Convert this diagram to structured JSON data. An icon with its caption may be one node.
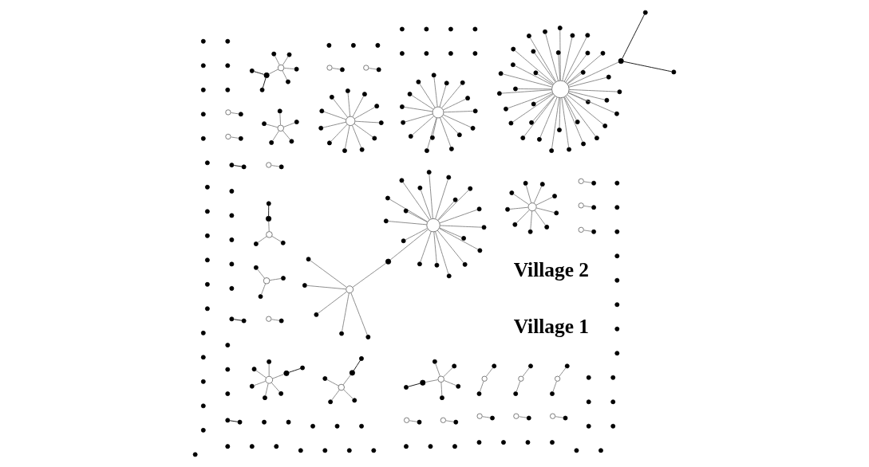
{
  "diagram": {
    "nodes": [
      {
        "text": [],
        "shape": "circle"
      },
      {
        "text": [],
        "shape": "circle"
      },
      {
        "text": [],
        "shape": "dot"
      },
      {
        "text": [],
        "shape": "dot"
      },
      {
        "text": [],
        "shape": "dot"
      },
      {
        "text": [],
        "shape": "dot"
      },
      {
        "text": [],
        "shape": "dot"
      },
      {
        "text": [],
        "shape": "dot"
      },
      {
        "text": [],
        "shape": "dot"
      },
      {
        "text": [],
        "shape": "dot"
      },
      {
        "text": [],
        "shape": "dot"
      },
      {
        "text": [],
        "shape": "dot"
      },
      {
        "text": [],
        "shape": "dot"
      },
      {
        "text": [],
        "shape": "dot"
      },
      {
        "text": [],
        "shape": "dot"
      },
      {
        "text": [],
        "shape": "dot"
      },
      {
        "text": [],
        "shape": "dot"
      },
      {
        "text": [],
        "shape": "dot"
      },
      {
        "text": [],
        "shape": "dot"
      },
      {
        "text": [],
        "shape": "dot"
      },
      {
        "text": [],
        "shape": "dot"
      },
      {
        "text": [],
        "shape": "dot"
      },
      {
        "text": [],
        "shape": "dot"
      },
      {
        "text": [],
        "shape": "dot"
      },
      {
        "text": [],
        "shape": "dot"
      },
      {
        "text": [],
        "shape": "dot"
      },
      {
        "text": [],
        "shape": "circle"
      },
      {
        "text": [],
        "shape": "dot"
      },
      {
        "text": [],
        "shape": "dot"
      },
      {
        "text": [],
        "shape": "dot"
      },
      {
        "text": [],
        "shape": "dot"
      },
      {
        "text": [],
        "shape": "dot"
      },
      {
        "text": [],
        "shape": "dot"
      },
      {
        "text": [],
        "shape": "dot"
      },
      {
        "text": [],
        "shape": "circle"
      },
      {
        "text": [],
        "shape": "dot"
      },
      {
        "text": [],
        "shape": "dot"
      },
      {
        "text": [],
        "shape": "dot"
      },
      {
        "text": [],
        "shape": "dot"
      },
      {
        "text": [],
        "shape": "dot"
      },
      {
        "text": [],
        "shape": "dot"
      },
      {
        "text": [],
        "shape": "dot"
      },
      {
        "text": [],
        "shape": "circle"
      },
      {
        "text": [],
        "shape": "dot"
      },
      {
        "text": [],
        "shape": "dot"
      },
      {
        "text": [],
        "shape": "dot"
      },
      {
        "text": [],
        "shape": "dot"
      },
      {
        "text": [],
        "shape": "dot"
      },
      {
        "text": [],
        "shape": "dot"
      },
      {
        "text": [],
        "shape": "dot"
      },
      {
        "text": [],
        "shape": "dot"
      },
      {
        "text": [],
        "shape": "dot"
      },
      {
        "text": [],
        "shape": "circle"
      },
      {
        "text": [],
        "shape": "dot"
      },
      {
        "text": [],
        "shape": "dot"
      },
      {
        "text": [],
        "shape": "dot"
      },
      {
        "text": [],
        "shape": "dot"
      },
      {
        "text": [],
        "shape": "dot"
      },
      {
        "text": [],
        "shape": "dot"
      },
      {
        "text": [],
        "shape": "dot"
      },
      {
        "text": [],
        "shape": "circle"
      },
      {
        "text": [],
        "shape": "dot"
      },
      {
        "text": [],
        "shape": "dot"
      },
      {
        "text": [],
        "shape": "dot"
      },
      {
        "text": [],
        "shape": "dot"
      },
      {
        "text": [],
        "shape": "dot"
      },
      {
        "text": [],
        "shape": "circle"
      },
      {
        "text": [],
        "shape": "circle"
      },
      {
        "text": [],
        "shape": "circle"
      },
      {
        "text": [],
        "shape": "circle"
      },
      {
        "text": [],
        "shape": "circle"
      },
      {
        "text": [],
        "shape": "circle"
      },
      {
        "text": [],
        "shape": "circle"
      },
      {
        "text": [],
        "shape": "circle"
      },
      {
        "text": [],
        "shape": "circle"
      },
      {
        "text": [],
        "shape": "dot"
      },
      {
        "text": [],
        "shape": "dot"
      },
      {
        "text": [],
        "shape": "dot"
      },
      {
        "text": [],
        "shape": "dot"
      },
      {
        "text": [],
        "shape": "dot"
      },
      {
        "text": [],
        "shape": "dot"
      },
      {
        "text": [],
        "shape": "dot"
      },
      {
        "text": [],
        "shape": "dot"
      },
      {
        "text": [],
        "shape": "dot"
      },
      {
        "text": [],
        "shape": "circle"
      },
      {
        "text": [],
        "shape": "dot"
      },
      {
        "text": [],
        "shape": "dot"
      },
      {
        "text": [],
        "shape": "circle"
      },
      {
        "text": [],
        "shape": "dot"
      },
      {
        "text": [],
        "shape": "circle"
      },
      {
        "text": [],
        "shape": "dot"
      },
      {
        "text": [],
        "shape": "dot"
      },
      {
        "text": [],
        "shape": "dot"
      },
      {
        "text": [],
        "shape": "dot"
      },
      {
        "text": [],
        "shape": "dot"
      },
      {
        "text": [],
        "shape": "dot"
      },
      {
        "text": [],
        "shape": "dot"
      },
      {
        "text": [],
        "shape": "dot"
      },
      {
        "text": [],
        "shape": "dot"
      },
      {
        "text": [],
        "shape": "dot"
      },
      {
        "text": [],
        "shape": "dot"
      },
      {
        "text": [],
        "shape": "dot"
      },
      {
        "text": [],
        "shape": "dot"
      },
      {
        "text": [],
        "shape": "dot"
      },
      {
        "text": [],
        "shape": "dot"
      },
      {
        "text": [],
        "shape": "dot"
      },
      {
        "text": [],
        "shape": "dot"
      },
      {
        "text": [],
        "shape": "dot"
      },
      {
        "text": [],
        "shape": "dot"
      },
      {
        "text": [],
        "shape": "dot"
      },
      {
        "text": [],
        "shape": "dot"
      },
      {
        "text": [],
        "shape": "dot"
      },
      {
        "text": [],
        "shape": "dot"
      },
      {
        "text": [],
        "shape": "dot"
      },
      {
        "text": [],
        "shape": "dot"
      },
      {
        "text": [],
        "shape": "dot"
      },
      {
        "text": [],
        "shape": "dot"
      },
      {
        "text": [],
        "shape": "dot"
      },
      {
        "text": [],
        "shape": "dot"
      },
      {
        "text": [],
        "shape": "dot"
      },
      {
        "text": [],
        "shape": "dot"
      },
      {
        "text": [],
        "shape": "dot"
      },
      {
        "text": [],
        "shape": "dot"
      },
      {
        "text": [],
        "shape": "dot"
      },
      {
        "text": [],
        "shape": "dot"
      },
      {
        "text": [],
        "shape": "dot"
      },
      {
        "text": [],
        "shape": "dot"
      },
      {
        "text": [],
        "shape": "dot"
      },
      {
        "text": [],
        "shape": "dot"
      },
      {
        "text": [],
        "shape": "dot"
      },
      {
        "text": [],
        "shape": "dot"
      },
      {
        "text": [],
        "shape": "dot"
      },
      {
        "text": [],
        "shape": "dot"
      },
      {
        "text": [],
        "shape": "dot"
      },
      {
        "text": [],
        "shape": "dot"
      },
      {
        "text": [],
        "shape": "dot"
      },
      {
        "text": [],
        "shape": "circle"
      },
      {
        "text": [],
        "shape": "circle"
      },
      {
        "text": [],
        "shape": "circle"
      },
      {
        "text": [],
        "shape": "dot"
      },
      {
        "text": [],
        "shape": "dot"
      },
      {
        "text": [],
        "shape": "dot"
      },
      {
        "text": [],
        "shape": "dot"
      },
      {
        "text": [],
        "shape": "dot"
      },
      {
        "text": [],
        "shape": "dot"
      },
      {
        "text": [],
        "shape": "dot"
      },
      {
        "text": [],
        "shape": "dot"
      },
      {
        "text": [],
        "shape": "dot"
      },
      {
        "text": [],
        "shape": "dot"
      },
      {
        "text": [],
        "shape": "dot"
      },
      {
        "text": [],
        "shape": "dot"
      },
      {
        "text": [],
        "shape": "dot"
      },
      {
        "text": [],
        "shape": "dot"
      },
      {
        "text": [],
        "shape": "dot"
      },
      {
        "text": [],
        "shape": "dot"
      },
      {
        "text": [],
        "shape": "dot"
      },
      {
        "text": [],
        "shape": "dot"
      },
      {
        "text": [],
        "shape": "dot"
      },
      {
        "text": [],
        "shape": "dot"
      },
      {
        "text": [],
        "shape": "dot"
      },
      {
        "text": [],
        "shape": "dot"
      },
      {
        "text": [],
        "shape": "dot"
      },
      {
        "text": [],
        "shape": "dot"
      },
      {
        "text": [],
        "shape": "dot"
      },
      {
        "text": [],
        "shape": "dot"
      },
      {
        "text": [],
        "shape": "dot"
      },
      {
        "text": [],
        "shape": "dot"
      },
      {
        "text": [],
        "shape": "dot"
      },
      {
        "text": [],
        "shape": "dot"
      },
      {
        "text": [],
        "shape": "dot"
      },
      {
        "text": [],
        "shape": "dot"
      },
      {
        "text": [],
        "shape": "dot"
      },
      {
        "text": [],
        "shape": "dot"
      },
      {
        "text": [],
        "shape": "dot"
      },
      {
        "text": [],
        "shape": "dot"
      },
      {
        "text": [],
        "shape": "dot"
      },
      {
        "text": [],
        "shape": "dot"
      },
      {
        "text": [],
        "shape": "dot"
      },
      {
        "text": [],
        "shape": "dot"
      },
      {
        "text": [],
        "shape": "dot"
      },
      {
        "text": [],
        "shape": "dot"
      },
      {
        "text": [],
        "shape": "dot"
      },
      {
        "text": [],
        "shape": "dot"
      },
      {
        "text": [],
        "shape": "dot"
      },
      {
        "text": [],
        "shape": "dot"
      },
      {
        "text": [],
        "shape": "dot"
      },
      {
        "text": [],
        "shape": "dot"
      },
      {
        "text": [],
        "shape": "dot"
      },
      {
        "text": [],
        "shape": "dot"
      },
      {
        "text": [],
        "shape": "dot"
      },
      {
        "text": [],
        "shape": "dot"
      },
      {
        "text": [],
        "shape": "dot"
      },
      {
        "text": [],
        "shape": "dot"
      },
      {
        "text": [],
        "shape": "dot"
      },
      {
        "text": [],
        "shape": "dot"
      },
      {
        "text": [],
        "shape": "dot"
      },
      {
        "text": [],
        "shape": "dot"
      },
      {
        "text": [],
        "shape": "dot"
      },
      {
        "text": [],
        "shape": "dot"
      },
      {
        "text": [],
        "shape": "circle"
      },
      {
        "text": [],
        "shape": "dot"
      },
      {
        "text": [],
        "shape": "dot"
      },
      {
        "text": [],
        "shape": "circle"
      },
      {
        "text": [],
        "shape": "dot"
      },
      {
        "text": [],
        "shape": "circle"
      },
      {
        "text": [],
        "shape": "dot"
      },
      {
        "text": [],
        "shape": "circle"
      },
      {
        "text": [],
        "shape": "dot"
      },
      {
        "text": [],
        "shape": "dot"
      },
      {
        "text": [],
        "shape": "dot"
      },
      {
        "text": [],
        "shape": "dot"
      },
      {
        "text": [],
        "shape": "dot"
      },
      {
        "text": [],
        "shape": "circle"
      },
      {
        "text": [],
        "shape": "dot"
      },
      {
        "text": [],
        "shape": "circle"
      },
      {
        "text": [],
        "shape": "dot"
      },
      {
        "text": [],
        "shape": "dot"
      },
      {
        "text": [],
        "shape": "dot"
      },
      {
        "text": [],
        "shape": "circle"
      },
      {
        "text": [],
        "shape": "dot"
      },
      {
        "text": [],
        "shape": "dot"
      },
      {
        "text": [],
        "shape": "dot"
      },
      {
        "text": [],
        "shape": "dot"
      },
      {
        "text": [],
        "shape": "circle"
      },
      {
        "text": [],
        "shape": "dot"
      },
      {
        "text": [],
        "shape": "dot"
      },
      {
        "text": [],
        "shape": "dot"
      },
      {
        "text": [],
        "shape": "dot"
      },
      {
        "text": [],
        "shape": "dot"
      },
      {
        "text": [],
        "shape": "dot"
      },
      {
        "text": [],
        "shape": "dot"
      },
      {
        "text": [],
        "shape": "dot"
      },
      {
        "text": [],
        "shape": "dot"
      },
      {
        "text": [],
        "shape": "dot"
      },
      {
        "text": [],
        "shape": "dot"
      },
      {
        "text": [],
        "shape": "dot"
      },
      {
        "text": [],
        "shape": "dot"
      },
      {
        "text": [],
        "shape": "dot"
      },
      {
        "text": [],
        "shape": "dot"
      },
      {
        "text": [],
        "shape": "dot"
      },
      {
        "text": [],
        "shape": "dot"
      },
      {
        "text": [],
        "shape": "dot"
      },
      {
        "text": [],
        "shape": "dot"
      },
      {
        "text": [],
        "shape": "dot"
      },
      {
        "text": [],
        "shape": "dot"
      },
      {
        "text": [],
        "shape": "dot"
      },
      {
        "text": [],
        "shape": "dot"
      },
      {
        "text": [],
        "shape": "dot"
      },
      {
        "text": [],
        "shape": "dot"
      },
      {
        "text": [],
        "shape": "dot"
      },
      {
        "text": [],
        "shape": "dot"
      },
      {
        "text": [],
        "shape": "dot"
      },
      {
        "text": [],
        "shape": "dot"
      },
      {
        "text": [],
        "shape": "dot"
      },
      {
        "text": [],
        "shape": "dot"
      },
      {
        "text": [],
        "shape": "dot"
      },
      {
        "text": [],
        "shape": "dot"
      },
      {
        "text": [],
        "shape": "dot"
      },
      {
        "text": [],
        "shape": "dot"
      },
      {
        "text": [],
        "shape": "dot"
      },
      {
        "text": [],
        "shape": "dot"
      },
      {
        "text": [],
        "shape": "dot"
      },
      {
        "text": [],
        "shape": "dot"
      },
      {
        "text": [],
        "shape": "dot"
      }
    ],
    "edges": [
      {
        "from": 0,
        "to": 2,
        "arrow": "none"
      },
      {
        "from": 0,
        "to": 3,
        "arrow": "none"
      },
      {
        "from": 0,
        "to": 4,
        "arrow": "none"
      },
      {
        "from": 0,
        "to": 5,
        "arrow": "none"
      },
      {
        "from": 0,
        "to": 6,
        "arrow": "none"
      },
      {
        "from": 0,
        "to": 7,
        "arrow": "none"
      },
      {
        "from": 1,
        "to": 2,
        "arrow": "none"
      },
      {
        "from": 1,
        "to": 8,
        "arrow": "none"
      },
      {
        "from": 1,
        "to": 9,
        "arrow": "none"
      },
      {
        "from": 1,
        "to": 10,
        "arrow": "none"
      },
      {
        "from": 1,
        "to": 11,
        "arrow": "none"
      },
      {
        "from": 1,
        "to": 12,
        "arrow": "none"
      },
      {
        "from": 1,
        "to": 13,
        "arrow": "none"
      },
      {
        "from": 1,
        "to": 14,
        "arrow": "none"
      },
      {
        "from": 1,
        "to": 15,
        "arrow": "none"
      },
      {
        "from": 1,
        "to": 16,
        "arrow": "none"
      },
      {
        "from": 1,
        "to": 17,
        "arrow": "none"
      },
      {
        "from": 1,
        "to": 18,
        "arrow": "none"
      },
      {
        "from": 1,
        "to": 19,
        "arrow": "none"
      },
      {
        "from": 1,
        "to": 20,
        "arrow": "none"
      },
      {
        "from": 1,
        "to": 21,
        "arrow": "none"
      },
      {
        "from": 1,
        "to": 22,
        "arrow": "none"
      },
      {
        "from": 1,
        "to": 23,
        "arrow": "none"
      },
      {
        "from": 1,
        "to": 24,
        "arrow": "none"
      },
      {
        "from": 1,
        "to": 25,
        "arrow": "none"
      },
      {
        "from": 26,
        "to": 27,
        "arrow": "none"
      },
      {
        "from": 26,
        "to": 28,
        "arrow": "none"
      },
      {
        "from": 26,
        "to": 29,
        "arrow": "none"
      },
      {
        "from": 26,
        "to": 30,
        "arrow": "none"
      },
      {
        "from": 26,
        "to": 32,
        "arrow": "none"
      },
      {
        "from": 33,
        "to": 32,
        "arrow": "none",
        "color": "#000000"
      },
      {
        "from": 34,
        "to": 35,
        "arrow": "none"
      },
      {
        "from": 34,
        "to": 36,
        "arrow": "none"
      },
      {
        "from": 34,
        "to": 37,
        "arrow": "none"
      },
      {
        "from": 34,
        "to": 38,
        "arrow": "none"
      },
      {
        "from": 34,
        "to": 39,
        "arrow": "none"
      },
      {
        "from": 34,
        "to": 40,
        "arrow": "none"
      },
      {
        "from": 41,
        "to": 39,
        "arrow": "none",
        "color": "#000000"
      },
      {
        "from": 42,
        "to": 43,
        "arrow": "none"
      },
      {
        "from": 42,
        "to": 44,
        "arrow": "none"
      },
      {
        "from": 42,
        "to": 45,
        "arrow": "none"
      },
      {
        "from": 42,
        "to": 46,
        "arrow": "none"
      },
      {
        "from": 42,
        "to": 47,
        "arrow": "none"
      },
      {
        "from": 42,
        "to": 48,
        "arrow": "none"
      },
      {
        "from": 42,
        "to": 49,
        "arrow": "none"
      },
      {
        "from": 42,
        "to": 50,
        "arrow": "none"
      },
      {
        "from": 42,
        "to": 51,
        "arrow": "none"
      },
      {
        "from": 52,
        "to": 53,
        "arrow": "none"
      },
      {
        "from": 52,
        "to": 54,
        "arrow": "none"
      },
      {
        "from": 52,
        "to": 55,
        "arrow": "none"
      },
      {
        "from": 52,
        "to": 56,
        "arrow": "none"
      },
      {
        "from": 52,
        "to": 57,
        "arrow": "none"
      },
      {
        "from": 58,
        "to": 55,
        "arrow": "none",
        "color": "#000000"
      },
      {
        "from": 59,
        "to": 55,
        "arrow": "none",
        "color": "#000000"
      },
      {
        "from": 60,
        "to": 61,
        "arrow": "none"
      },
      {
        "from": 60,
        "to": 62,
        "arrow": "none"
      },
      {
        "from": 60,
        "to": 63,
        "arrow": "none"
      },
      {
        "from": 60,
        "to": 64,
        "arrow": "none"
      },
      {
        "from": 65,
        "to": 61,
        "arrow": "none",
        "color": "#000000"
      },
      {
        "from": 66,
        "to": 75,
        "arrow": "none"
      },
      {
        "from": 67,
        "to": 76,
        "arrow": "none"
      },
      {
        "from": 68,
        "to": 77,
        "arrow": "none"
      },
      {
        "from": 69,
        "to": 78,
        "arrow": "none"
      },
      {
        "from": 70,
        "to": 79,
        "arrow": "none"
      },
      {
        "from": 71,
        "to": 80,
        "arrow": "none"
      },
      {
        "from": 72,
        "to": 81,
        "arrow": "none"
      },
      {
        "from": 73,
        "to": 82,
        "arrow": "none"
      },
      {
        "from": 74,
        "to": 83,
        "arrow": "none"
      },
      {
        "from": 84,
        "to": 85,
        "arrow": "none"
      },
      {
        "from": 84,
        "to": 86,
        "arrow": "none"
      },
      {
        "from": 87,
        "to": 88,
        "arrow": "none"
      },
      {
        "from": 89,
        "to": 90,
        "arrow": "none"
      },
      {
        "from": 89,
        "to": 91,
        "arrow": "none"
      },
      {
        "from": 92,
        "to": 93,
        "arrow": "none",
        "color": "#000000"
      },
      {
        "from": 94,
        "to": 95,
        "arrow": "none",
        "color": "#000000"
      },
      {
        "from": 136,
        "to": 139,
        "arrow": "none"
      },
      {
        "from": 136,
        "to": 140,
        "arrow": "none"
      },
      {
        "from": 136,
        "to": 141,
        "arrow": "none"
      },
      {
        "from": 136,
        "to": 142,
        "arrow": "none"
      },
      {
        "from": 136,
        "to": 143,
        "arrow": "none"
      },
      {
        "from": 136,
        "to": 144,
        "arrow": "none"
      },
      {
        "from": 136,
        "to": 145,
        "arrow": "none"
      },
      {
        "from": 136,
        "to": 146,
        "arrow": "none"
      },
      {
        "from": 136,
        "to": 147,
        "arrow": "none"
      },
      {
        "from": 136,
        "to": 148,
        "arrow": "none"
      },
      {
        "from": 136,
        "to": 149,
        "arrow": "none"
      },
      {
        "from": 136,
        "to": 150,
        "arrow": "none"
      },
      {
        "from": 136,
        "to": 151,
        "arrow": "none"
      },
      {
        "from": 136,
        "to": 152,
        "arrow": "none"
      },
      {
        "from": 136,
        "to": 153,
        "arrow": "none"
      },
      {
        "from": 136,
        "to": 154,
        "arrow": "none"
      },
      {
        "from": 136,
        "to": 155,
        "arrow": "none"
      },
      {
        "from": 136,
        "to": 156,
        "arrow": "none"
      },
      {
        "from": 136,
        "to": 157,
        "arrow": "none"
      },
      {
        "from": 136,
        "to": 158,
        "arrow": "none"
      },
      {
        "from": 136,
        "to": 159,
        "arrow": "none"
      },
      {
        "from": 136,
        "to": 160,
        "arrow": "none"
      },
      {
        "from": 136,
        "to": 161,
        "arrow": "none"
      },
      {
        "from": 136,
        "to": 162,
        "arrow": "none"
      },
      {
        "from": 136,
        "to": 163,
        "arrow": "none"
      },
      {
        "from": 136,
        "to": 164,
        "arrow": "none"
      },
      {
        "from": 136,
        "to": 165,
        "arrow": "none"
      },
      {
        "from": 136,
        "to": 166,
        "arrow": "none"
      },
      {
        "from": 136,
        "to": 167,
        "arrow": "none"
      },
      {
        "from": 136,
        "to": 168,
        "arrow": "none"
      },
      {
        "from": 136,
        "to": 169,
        "arrow": "none"
      },
      {
        "from": 136,
        "to": 170,
        "arrow": "none"
      },
      {
        "from": 136,
        "to": 171,
        "arrow": "none"
      },
      {
        "from": 136,
        "to": 172,
        "arrow": "none"
      },
      {
        "from": 136,
        "to": 228,
        "arrow": "none"
      },
      {
        "from": 137,
        "to": 173,
        "arrow": "none"
      },
      {
        "from": 137,
        "to": 174,
        "arrow": "none"
      },
      {
        "from": 137,
        "to": 175,
        "arrow": "none"
      },
      {
        "from": 137,
        "to": 176,
        "arrow": "none"
      },
      {
        "from": 137,
        "to": 177,
        "arrow": "none"
      },
      {
        "from": 137,
        "to": 178,
        "arrow": "none"
      },
      {
        "from": 137,
        "to": 179,
        "arrow": "none"
      },
      {
        "from": 137,
        "to": 180,
        "arrow": "none"
      },
      {
        "from": 137,
        "to": 181,
        "arrow": "none"
      },
      {
        "from": 137,
        "to": 182,
        "arrow": "none"
      },
      {
        "from": 137,
        "to": 183,
        "arrow": "none"
      },
      {
        "from": 137,
        "to": 184,
        "arrow": "none"
      },
      {
        "from": 137,
        "to": 185,
        "arrow": "none"
      },
      {
        "from": 137,
        "to": 186,
        "arrow": "none"
      },
      {
        "from": 137,
        "to": 187,
        "arrow": "none"
      },
      {
        "from": 138,
        "to": 188,
        "arrow": "none"
      },
      {
        "from": 138,
        "to": 189,
        "arrow": "none"
      },
      {
        "from": 138,
        "to": 190,
        "arrow": "none"
      },
      {
        "from": 138,
        "to": 191,
        "arrow": "none"
      },
      {
        "from": 138,
        "to": 192,
        "arrow": "none"
      },
      {
        "from": 138,
        "to": 193,
        "arrow": "none"
      },
      {
        "from": 138,
        "to": 194,
        "arrow": "none"
      },
      {
        "from": 138,
        "to": 195,
        "arrow": "none"
      },
      {
        "from": 138,
        "to": 196,
        "arrow": "none"
      },
      {
        "from": 138,
        "to": 197,
        "arrow": "none"
      },
      {
        "from": 138,
        "to": 198,
        "arrow": "none"
      },
      {
        "from": 199,
        "to": 200,
        "arrow": "none"
      },
      {
        "from": 199,
        "to": 201,
        "arrow": "none"
      },
      {
        "from": 202,
        "to": 203,
        "arrow": "none"
      },
      {
        "from": 204,
        "to": 205,
        "arrow": "none"
      },
      {
        "from": 206,
        "to": 207,
        "arrow": "none"
      },
      {
        "from": 206,
        "to": 208,
        "arrow": "none"
      },
      {
        "from": 206,
        "to": 209,
        "arrow": "none"
      },
      {
        "from": 206,
        "to": 210,
        "arrow": "none"
      },
      {
        "from": 206,
        "to": 211,
        "arrow": "none"
      },
      {
        "from": 212,
        "to": 213,
        "arrow": "none"
      },
      {
        "from": 214,
        "to": 215,
        "arrow": "none"
      },
      {
        "from": 214,
        "to": 216,
        "arrow": "none"
      },
      {
        "from": 214,
        "to": 217,
        "arrow": "none"
      },
      {
        "from": 218,
        "to": 219,
        "arrow": "none"
      },
      {
        "from": 218,
        "to": 220,
        "arrow": "none"
      },
      {
        "from": 218,
        "to": 221,
        "arrow": "none"
      },
      {
        "from": 221,
        "to": 222,
        "arrow": "none",
        "color": "#000000"
      },
      {
        "from": 223,
        "to": 224,
        "arrow": "none"
      },
      {
        "from": 225,
        "to": 226,
        "arrow": "none",
        "color": "#000000"
      },
      {
        "from": 227,
        "to": 228,
        "arrow": "none",
        "color": "#000000"
      },
      {
        "from": 229,
        "to": 228,
        "arrow": "none",
        "color": "#000000"
      }
    ],
    "labels": [
      "Village 1",
      "Village 2"
    ]
  }
}
